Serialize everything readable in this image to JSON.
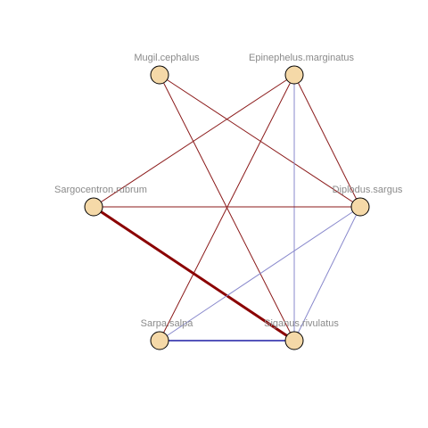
{
  "network": {
    "node_fill": "#f5d9a8",
    "node_stroke": "#000000",
    "label_color": "#8a8a8a",
    "nodes": [
      {
        "id": "mugil",
        "label": "Mugil.cephalus"
      },
      {
        "id": "epinephelus",
        "label": "Epinephelus.marginatus"
      },
      {
        "id": "diplodus",
        "label": "Diplodus.sargus"
      },
      {
        "id": "siganus",
        "label": "Siganus.rivulatus"
      },
      {
        "id": "sarpa",
        "label": "Sarpa.salpa"
      },
      {
        "id": "sargocentron",
        "label": "Sargocentron.rubrum"
      }
    ],
    "edges": [
      {
        "source": "mugil",
        "target": "diplodus",
        "color": "#8b1a1a",
        "weight": 1
      },
      {
        "source": "mugil",
        "target": "siganus",
        "color": "#8b1a1a",
        "weight": 1
      },
      {
        "source": "epinephelus",
        "target": "sargocentron",
        "color": "#8b1a1a",
        "weight": 1
      },
      {
        "source": "epinephelus",
        "target": "sarpa",
        "color": "#8b1a1a",
        "weight": 1
      },
      {
        "source": "epinephelus",
        "target": "diplodus",
        "color": "#8b1a1a",
        "weight": 1
      },
      {
        "source": "epinephelus",
        "target": "siganus",
        "color": "#8888cc",
        "weight": 1
      },
      {
        "source": "sargocentron",
        "target": "diplodus",
        "color": "#8b1a1a",
        "weight": 1
      },
      {
        "source": "sargocentron",
        "target": "siganus",
        "color": "#8b0000",
        "weight": 3
      },
      {
        "source": "diplodus",
        "target": "sarpa",
        "color": "#8888cc",
        "weight": 1
      },
      {
        "source": "diplodus",
        "target": "siganus",
        "color": "#8888cc",
        "weight": 1
      },
      {
        "source": "sarpa",
        "target": "siganus",
        "color": "#5555bb",
        "weight": 2
      }
    ]
  }
}
